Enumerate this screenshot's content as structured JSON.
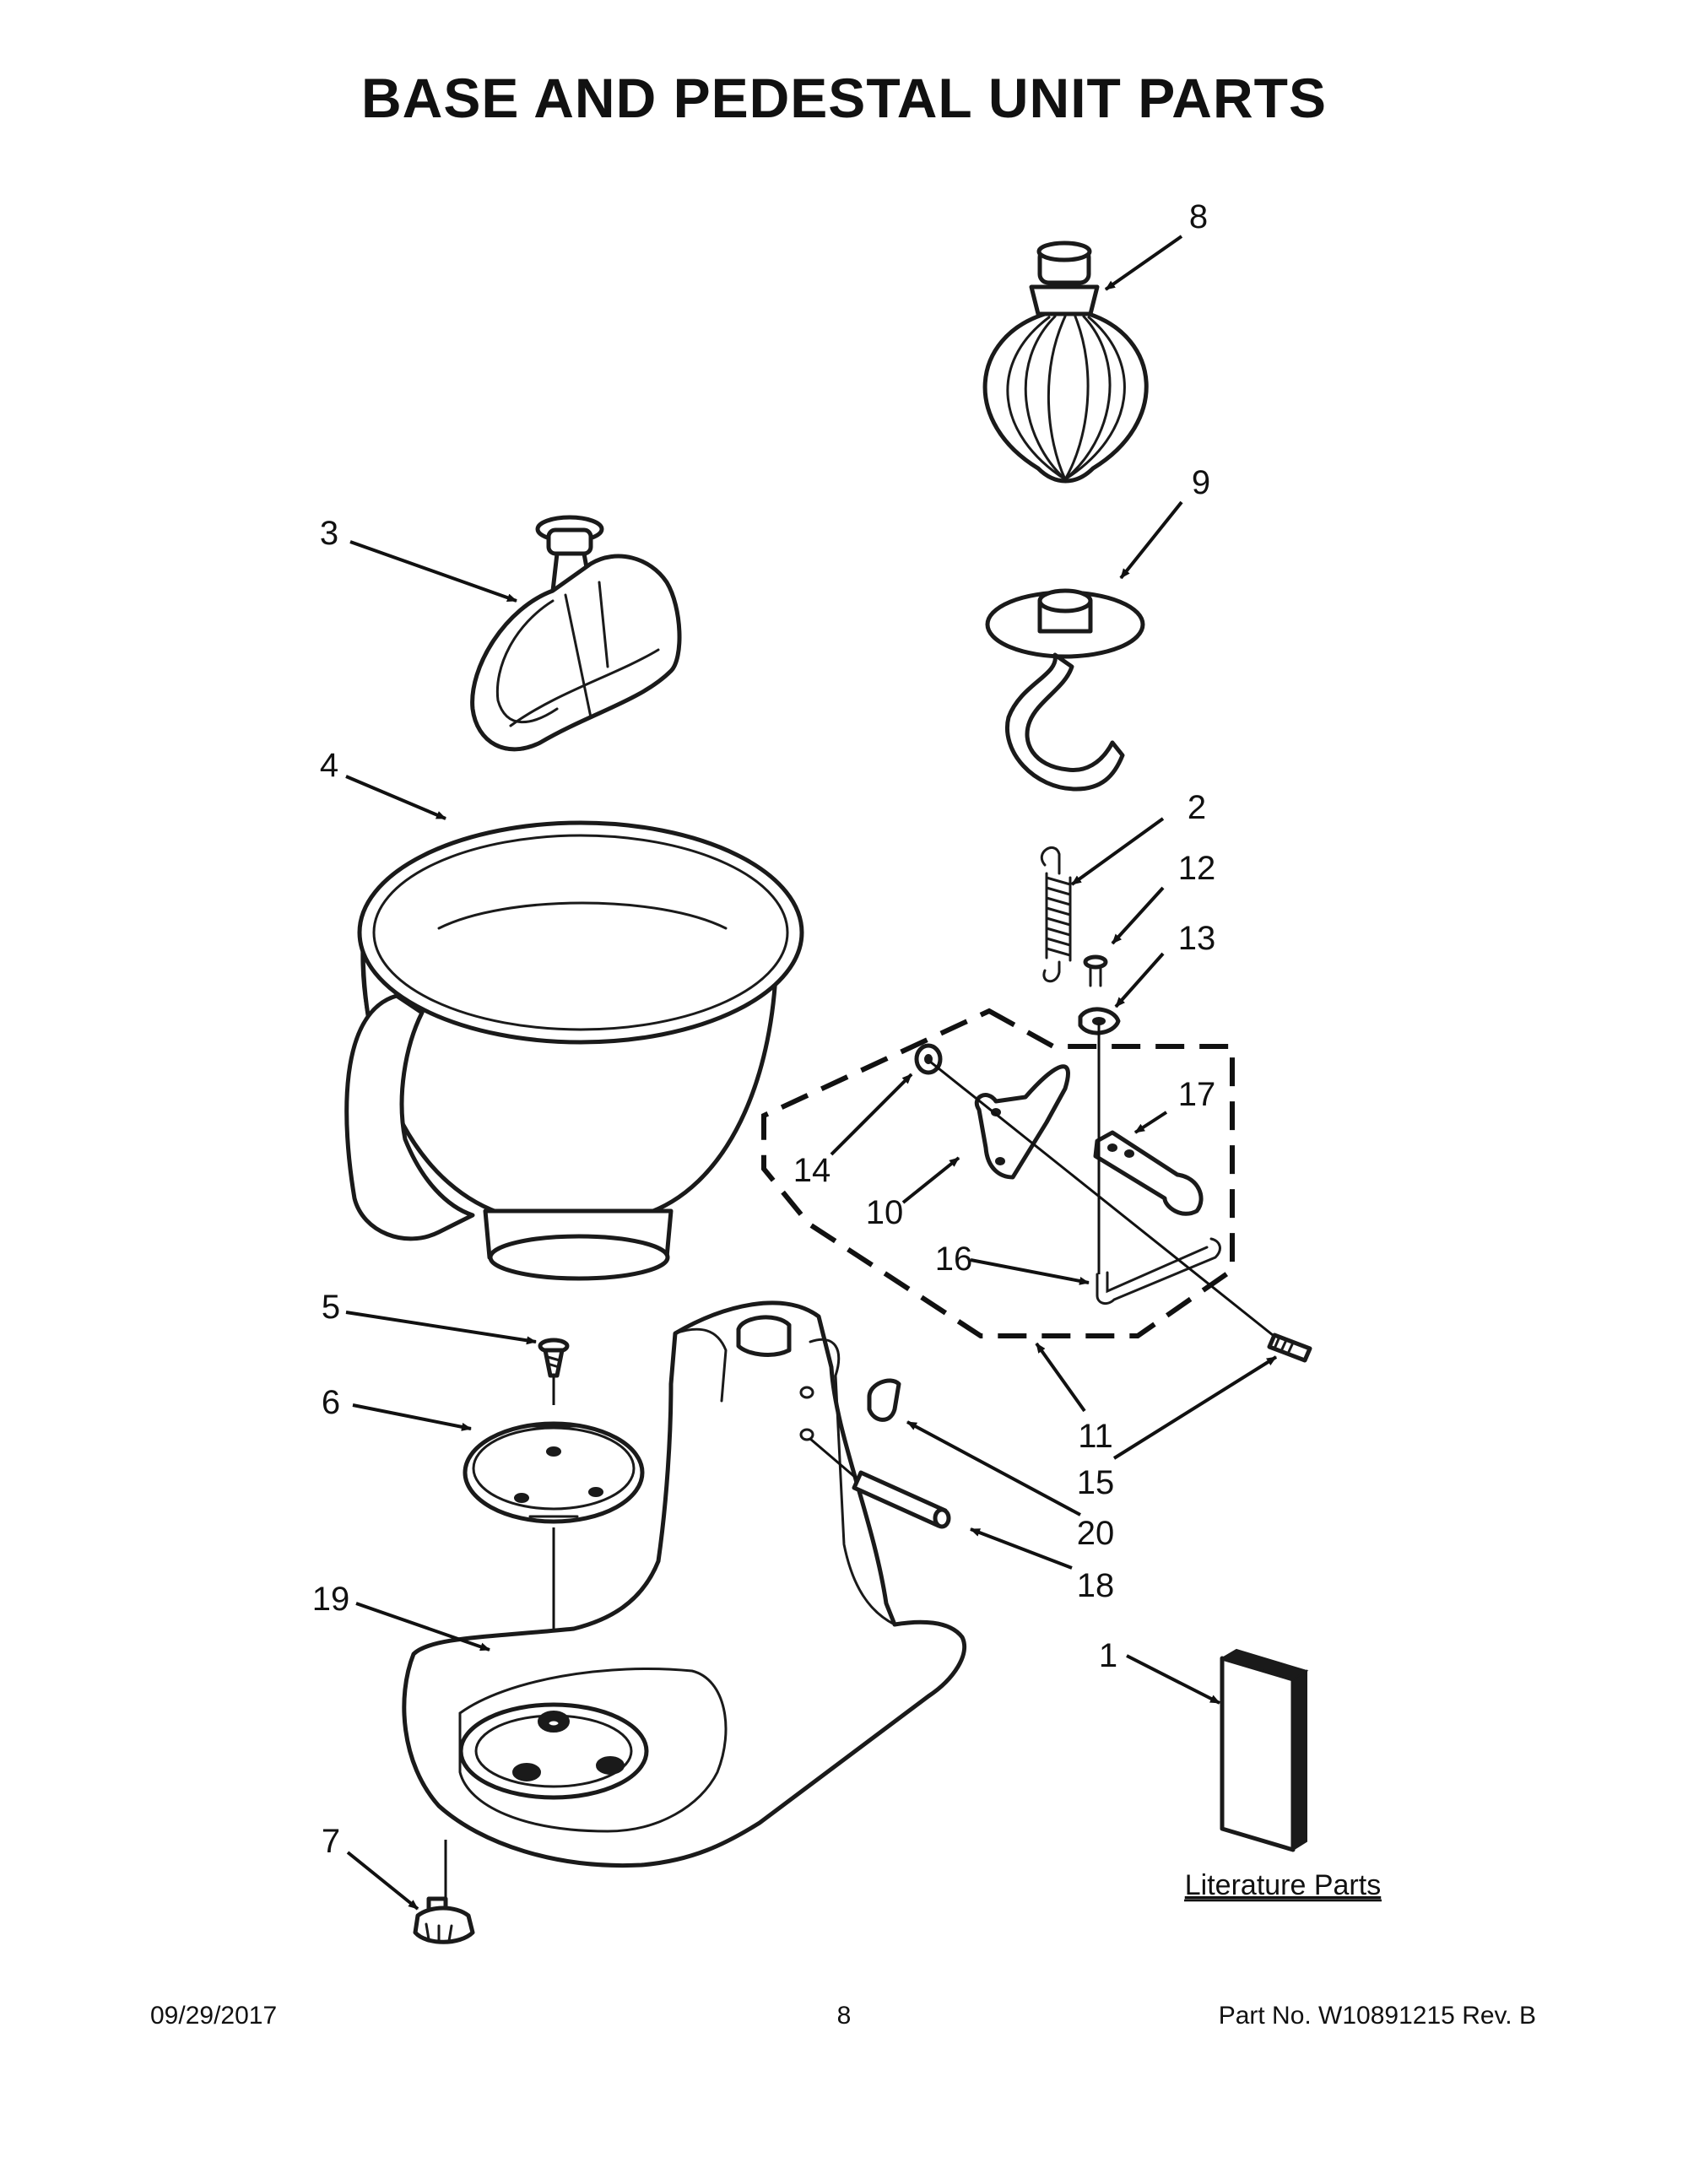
{
  "title": "BASE AND PEDESTAL UNIT PARTS",
  "callouts": [
    "8",
    "9",
    "3",
    "4",
    "2",
    "12",
    "13",
    "17",
    "14",
    "10",
    "16",
    "5",
    "6",
    "11",
    "15",
    "20",
    "18",
    "19",
    "1",
    "7"
  ],
  "literature_label": "Literature Parts",
  "footer": {
    "date": "09/29/2017",
    "page": "8",
    "part_no": "Part No.  W10891215  Rev.  B"
  }
}
